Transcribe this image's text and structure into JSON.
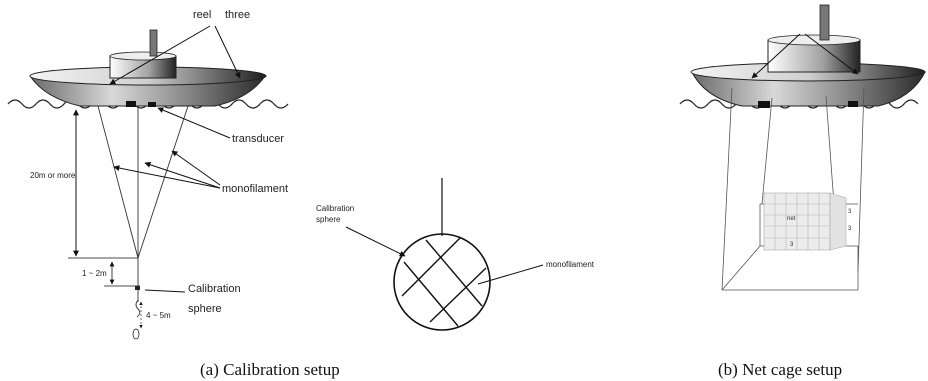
{
  "panel_a": {
    "reel_label": "reel",
    "three_label": "three",
    "transducer_label": "transducer",
    "depth_label": "20m or more",
    "monofilament_label": "monofilament",
    "gap_label": "1 ~ 2m",
    "length_label": "4 ~ 5m",
    "calibration_line1": "Calibration",
    "calibration_line2": "sphere",
    "caption": "(a) Calibration setup"
  },
  "detail": {
    "calibration_line1": "Calibration",
    "calibration_line2": "sphere",
    "monofilament_label": "monofilament"
  },
  "panel_b": {
    "net_label": "net",
    "dim_right": "3",
    "dim_right2": "3",
    "dim_bottom": "3",
    "caption": "(b) Net cage setup"
  }
}
